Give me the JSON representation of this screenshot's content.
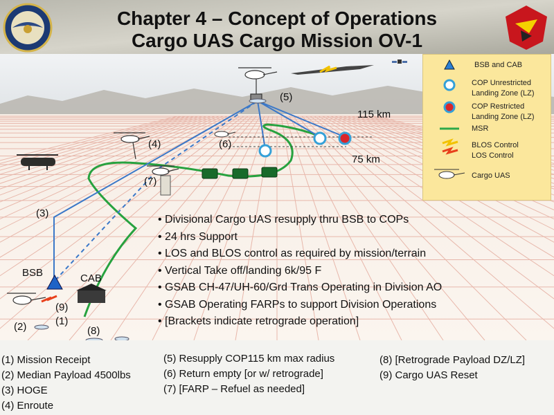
{
  "title": {
    "line1": "Chapter 4 – Concept of Operations",
    "line2": "Cargo UAS Cargo Mission OV-1"
  },
  "legend": {
    "items": [
      {
        "icon": "triangle-icon",
        "label": "BSB and CAB",
        "color": "#2a7fd4"
      },
      {
        "icon": "circle-white-icon",
        "label": "COP Unrestricted Landing Zone (LZ)",
        "color": "#ffffff"
      },
      {
        "icon": "circle-red-icon",
        "label": "COP Restricted Landing Zone (LZ)",
        "color": "#d9262b"
      },
      {
        "icon": "line-green-icon",
        "label": "MSR",
        "color": "#2ea84a"
      },
      {
        "icon": "lightning-icon",
        "label": "BLOS Control",
        "color": "#f2c200"
      },
      {
        "icon": "lightning-icon",
        "label": "LOS Control",
        "color": "#e8401c"
      },
      {
        "icon": "helicopter-icon",
        "label": "Cargo UAS",
        "color": "#777777"
      }
    ]
  },
  "diagram": {
    "distance_far": "115 km",
    "distance_near": "75 km",
    "bsb_label": "BSB",
    "cab_label": "CAB",
    "markers": [
      "(5)",
      "(4)",
      "(6)",
      "(7)",
      "(3)",
      "(9)",
      "(2)",
      "(1)",
      "(8)"
    ]
  },
  "bullets": [
    "Divisional Cargo UAS resupply thru BSB to COPs",
    "24 hrs Support",
    "LOS and BLOS control as required by mission/terrain",
    "Vertical Take off/landing 6k/95 F",
    "GSAB CH-47/UH-60/Grd Trans Operating in Division AO",
    "GSAB Operating FARPs to support Division Operations",
    "[Brackets indicate retrograde operation]"
  ],
  "steps": {
    "col1": [
      "(1) Mission Receipt",
      "(2) Median Payload 4500lbs",
      "(3) HOGE",
      "(4) Enroute"
    ],
    "col2": [
      "(5) Resupply COP115 km max radius",
      "(6) Return empty [or w/ retrograde]",
      "(7) [FARP – Refuel as needed]"
    ],
    "col3": [
      "(8) [Retrograde Payload DZ/LZ]",
      "(9) Cargo UAS Reset"
    ]
  },
  "colors": {
    "route_blue": "#3b78c8",
    "msr_green": "#27a23f",
    "grid_red": "#e3a59a",
    "sky": "#e9ecef"
  }
}
